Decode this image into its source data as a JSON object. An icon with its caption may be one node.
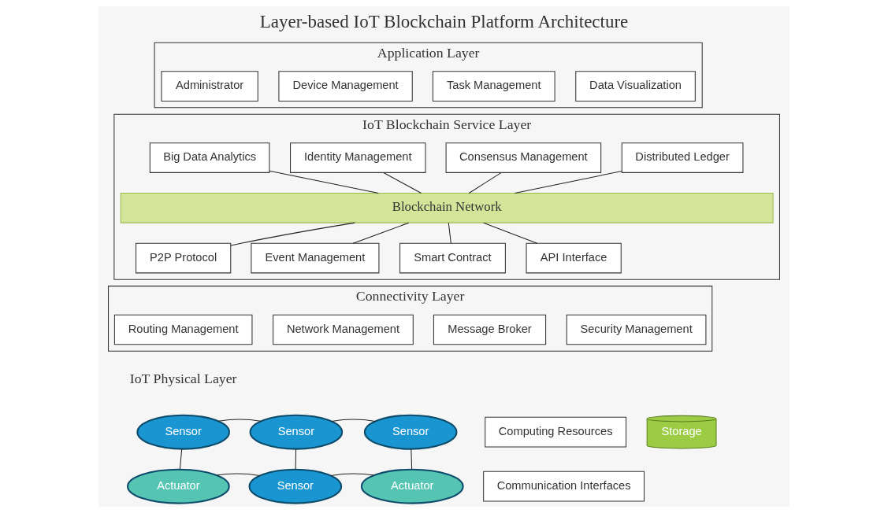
{
  "diagram": {
    "title": "Layer-based IoT Blockchain Platform Architecture",
    "nodes": [
      {
        "text": [
          "Application Layer"
        ]
      },
      {
        "text": [
          "Administrator"
        ],
        "in": 0
      },
      {
        "text": [
          "Device Management"
        ],
        "in": 0
      },
      {
        "text": [
          "Task Management"
        ],
        "in": 0
      },
      {
        "text": [
          "Data Visualization"
        ],
        "in": 0
      },
      {
        "text": [
          "IoT Blockchain Service Layer"
        ]
      },
      {
        "text": [
          "Big Data Analytics"
        ],
        "in": 5
      },
      {
        "text": [
          "Identity Management"
        ],
        "in": 5
      },
      {
        "text": [
          "Consensus Management"
        ],
        "in": 5
      },
      {
        "text": [
          "Distributed Ledger"
        ],
        "in": 5
      },
      {
        "text": [
          "Blockchain Network"
        ],
        "in": 5
      },
      {
        "text": [
          "P2P Protocol"
        ],
        "in": 5
      },
      {
        "text": [
          "Event Management"
        ],
        "in": 5
      },
      {
        "text": [
          "Smart Contract"
        ],
        "in": 5
      },
      {
        "text": [
          "API Interface"
        ],
        "in": 5
      },
      {
        "text": [
          "Connectivity Layer"
        ]
      },
      {
        "text": [
          "Routing Management"
        ],
        "in": 15
      },
      {
        "text": [
          "Network Management"
        ],
        "in": 15
      },
      {
        "text": [
          "Message Broker"
        ],
        "in": 15
      },
      {
        "text": [
          "Security Management"
        ],
        "in": 15
      },
      {
        "text": [
          "Sensor"
        ]
      },
      {
        "text": [
          "Sensor"
        ]
      },
      {
        "text": [
          "Sensor"
        ]
      },
      {
        "text": [
          "Actuator"
        ]
      },
      {
        "text": [
          "Sensor"
        ]
      },
      {
        "text": [
          "Actuator"
        ]
      },
      {
        "text": [
          "Computing Resources"
        ]
      },
      {
        "text": [
          "Storage"
        ]
      },
      {
        "text": [
          "Communication Interfaces"
        ]
      }
    ],
    "edges": [
      {
        "from": 6,
        "to": 10,
        "arrow": "none"
      },
      {
        "from": 7,
        "to": 10,
        "arrow": "none"
      },
      {
        "from": 8,
        "to": 10,
        "arrow": "none"
      },
      {
        "from": 9,
        "to": 10,
        "arrow": "none"
      },
      {
        "from": 10,
        "to": 11,
        "arrow": "none"
      },
      {
        "from": 10,
        "to": 12,
        "arrow": "none"
      },
      {
        "from": 10,
        "to": 13,
        "arrow": "none"
      },
      {
        "from": 10,
        "to": 14,
        "arrow": "none"
      },
      {
        "from": 20,
        "to": 21,
        "arrow": "none"
      },
      {
        "from": 20,
        "to": 23,
        "arrow": "none"
      },
      {
        "from": 21,
        "to": 22,
        "arrow": "none"
      },
      {
        "from": 21,
        "to": 24,
        "arrow": "none"
      },
      {
        "from": 23,
        "to": 24,
        "arrow": "none"
      },
      {
        "from": 24,
        "to": 25,
        "arrow": "none"
      },
      {
        "from": 22,
        "to": 25,
        "arrow": "none"
      }
    ],
    "labels": [
      "IoT Physical Layer"
    ]
  }
}
